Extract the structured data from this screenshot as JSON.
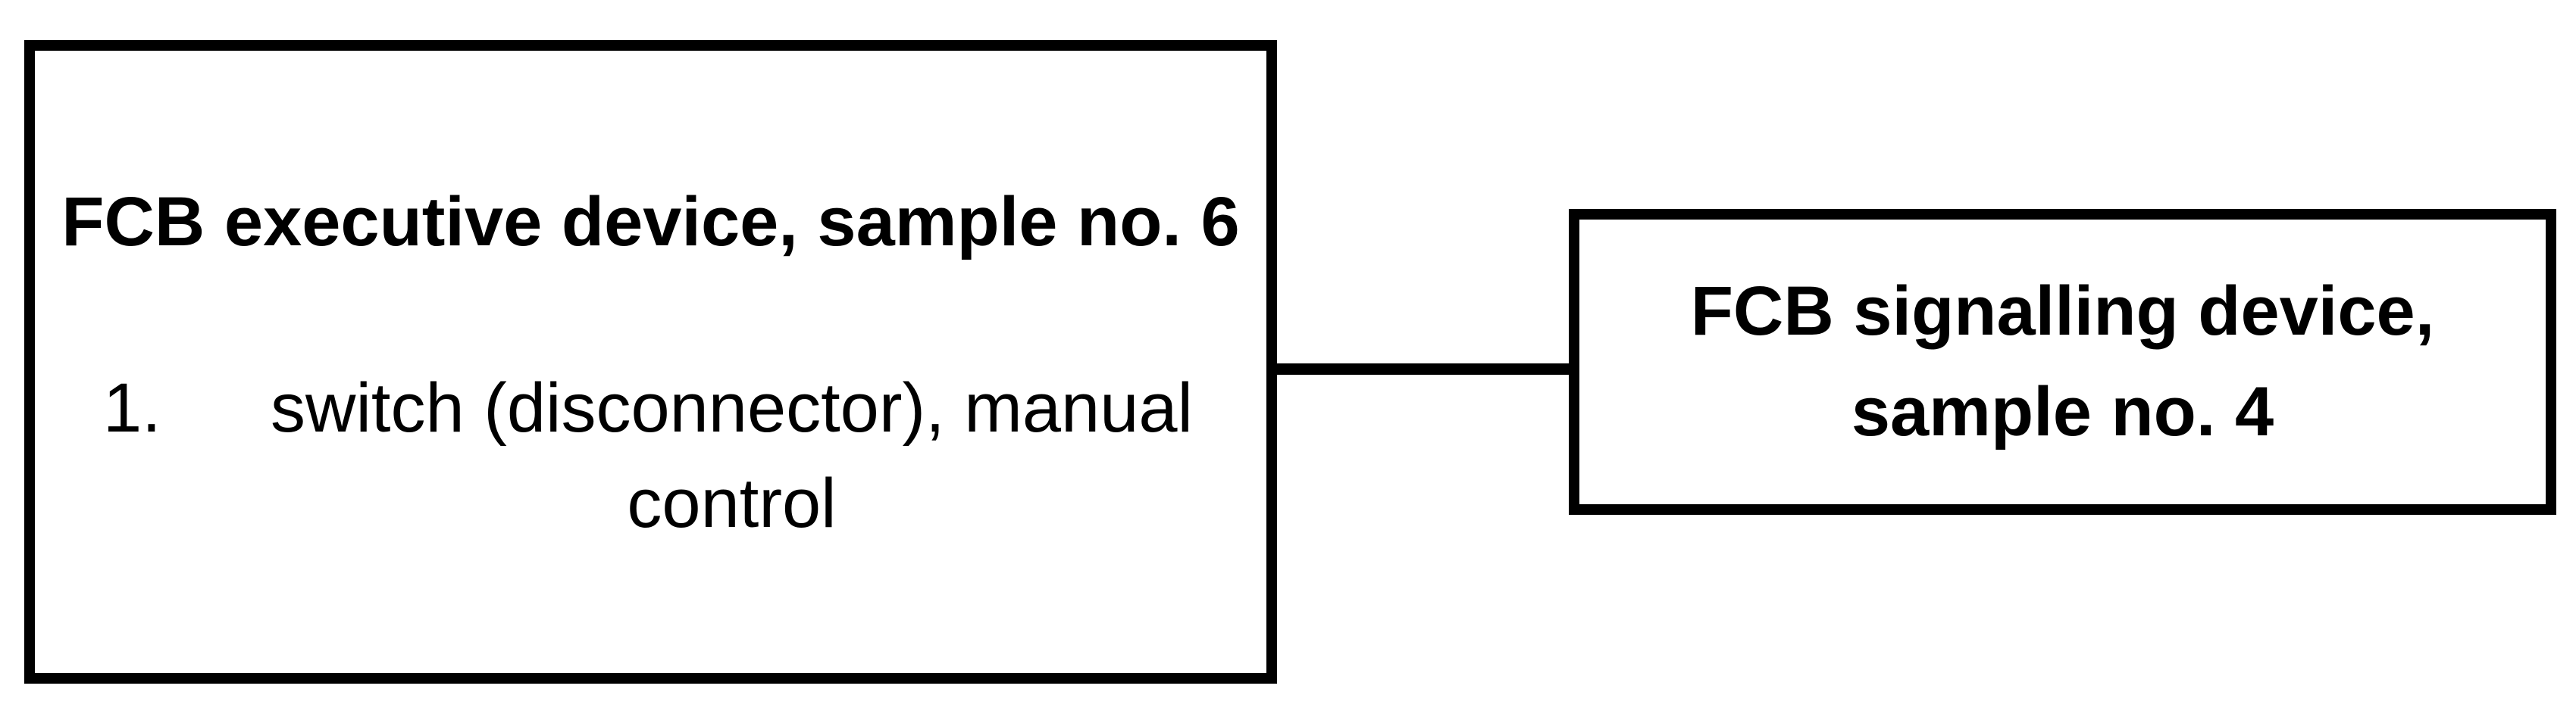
{
  "diagram": {
    "background_color": "#ffffff",
    "line_color": "#000000",
    "text_color": "#000000",
    "nodes": [
      {
        "id": "executive-device",
        "title": "FCB executive device, sample no. 6",
        "list_items": [
          {
            "marker": "1.",
            "text": "switch (disconnector), manual control"
          }
        ]
      },
      {
        "id": "signalling-device",
        "title": "FCB signalling device, sample no. 4",
        "list_items": []
      }
    ],
    "edges": [
      {
        "from": "executive-device",
        "to": "signalling-device",
        "style": "solid-horizontal-line"
      }
    ]
  }
}
